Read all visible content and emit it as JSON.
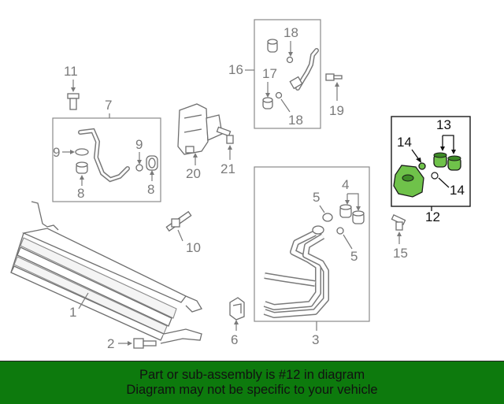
{
  "diagram": {
    "callouts": {
      "c1": "1",
      "c2": "2",
      "c3": "3",
      "c4": "4",
      "c5a": "5",
      "c5b": "5",
      "c6": "6",
      "c7": "7",
      "c8a": "8",
      "c8b": "8",
      "c9a": "9",
      "c9b": "9",
      "c10": "10",
      "c11": "11",
      "c12": "12",
      "c13": "13",
      "c14a": "14",
      "c14b": "14",
      "c15": "15",
      "c16": "16",
      "c17": "17",
      "c18a": "18",
      "c18b": "18",
      "c19": "19",
      "c20": "20",
      "c21": "21"
    },
    "highlight_color": "#6fc24a"
  },
  "banner": {
    "line1": "Part or sub-assembly is #12 in diagram",
    "line2": "Diagram may not be specific to your vehicle",
    "background_color": "#0d7a0d"
  }
}
